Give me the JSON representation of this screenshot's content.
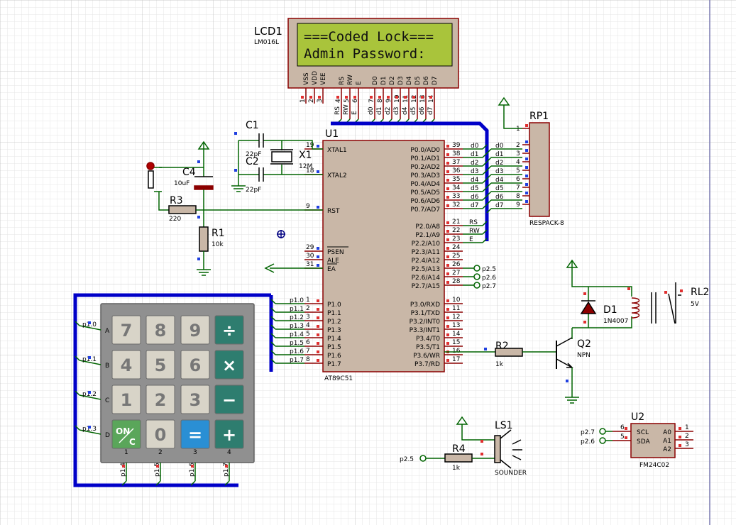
{
  "lcd": {
    "ref": "LCD1",
    "model": "LM016L",
    "line1": "===Coded Lock===",
    "line2": "Admin Password:",
    "pin_names": [
      "VSS",
      "VDD",
      "VEE",
      "RS",
      "RW",
      "E",
      "D0",
      "D1",
      "D2",
      "D3",
      "D4",
      "D5",
      "D6",
      "D7"
    ],
    "pin_numbers": [
      "1",
      "2",
      "3",
      "4",
      "5",
      "6",
      "7",
      "8",
      "9",
      "10",
      "11",
      "12",
      "13",
      "14"
    ],
    "pin_nets": [
      "RS",
      "RW",
      "E",
      "d0",
      "d1",
      "d2",
      "d3",
      "d4",
      "d5",
      "d6",
      "d7"
    ]
  },
  "mcu": {
    "ref": "U1",
    "model": "AT89C51",
    "left_pins": [
      {
        "num": "19",
        "name": "XTAL1"
      },
      {
        "num": "18",
        "name": "XTAL2"
      },
      {
        "num": "9",
        "name": "RST"
      },
      {
        "num": "29",
        "name": "PSEN"
      },
      {
        "num": "30",
        "name": "ALE"
      },
      {
        "num": "31",
        "name": "EA"
      },
      {
        "num": "1",
        "name": "P1.0"
      },
      {
        "num": "2",
        "name": "P1.1"
      },
      {
        "num": "3",
        "name": "P1.2"
      },
      {
        "num": "4",
        "name": "P1.3"
      },
      {
        "num": "5",
        "name": "P1.4"
      },
      {
        "num": "6",
        "name": "P1.5"
      },
      {
        "num": "7",
        "name": "P1.6"
      },
      {
        "num": "8",
        "name": "P1.7"
      }
    ],
    "right_pins": [
      {
        "num": "39",
        "name": "P0.0/AD0"
      },
      {
        "num": "38",
        "name": "P0.1/AD1"
      },
      {
        "num": "37",
        "name": "P0.2/AD2"
      },
      {
        "num": "36",
        "name": "P0.3/AD3"
      },
      {
        "num": "35",
        "name": "P0.4/AD4"
      },
      {
        "num": "34",
        "name": "P0.5/AD5"
      },
      {
        "num": "33",
        "name": "P0.6/AD6"
      },
      {
        "num": "32",
        "name": "P0.7/AD7"
      },
      {
        "num": "21",
        "name": "P2.0/A8"
      },
      {
        "num": "22",
        "name": "P2.1/A9"
      },
      {
        "num": "23",
        "name": "P2.2/A10"
      },
      {
        "num": "24",
        "name": "P2.3/A11"
      },
      {
        "num": "25",
        "name": "P2.4/A12"
      },
      {
        "num": "26",
        "name": "P2.5/A13"
      },
      {
        "num": "27",
        "name": "P2.6/A14"
      },
      {
        "num": "28",
        "name": "P2.7/A15"
      },
      {
        "num": "10",
        "name": "P3.0/RXD"
      },
      {
        "num": "11",
        "name": "P3.1/TXD"
      },
      {
        "num": "12",
        "name": "P3.2/INT0"
      },
      {
        "num": "13",
        "name": "P3.3/INT1"
      },
      {
        "num": "14",
        "name": "P3.4/T0"
      },
      {
        "num": "15",
        "name": "P3.5/T1"
      },
      {
        "num": "16",
        "name": "P3.6/WR"
      },
      {
        "num": "17",
        "name": "P3.7/RD"
      }
    ],
    "p0_nets": [
      "d0",
      "d1",
      "d2",
      "d3",
      "d4",
      "d5",
      "d6",
      "d7"
    ],
    "p2_nets": [
      "RS",
      "RW",
      "E"
    ],
    "p2_labels": [
      "p2.5",
      "p2.6",
      "p2.7"
    ],
    "p1_nets": [
      "p1.0",
      "p1.1",
      "p1.2",
      "p1.3",
      "p1.4",
      "p1.5",
      "p1.6",
      "p1.7"
    ]
  },
  "rp1": {
    "ref": "RP1",
    "model": "RESPACK-8",
    "pin_numbers": [
      "1",
      "2",
      "3",
      "4",
      "5",
      "6",
      "7",
      "8",
      "9"
    ],
    "nets": [
      "d0",
      "d1",
      "d2",
      "d3",
      "d4",
      "d5",
      "d6",
      "d7"
    ]
  },
  "crystal": {
    "c1_ref": "C1",
    "c1_val": "22pF",
    "c2_ref": "C2",
    "c2_val": "22pF",
    "x1_ref": "X1",
    "x1_val": "12M"
  },
  "reset": {
    "c4_ref": "C4",
    "c4_val": "10uF",
    "r3_ref": "R3",
    "r3_val": "220",
    "r1_ref": "R1",
    "r1_val": "10k"
  },
  "keypad": {
    "rows": [
      "A",
      "B",
      "C",
      "D"
    ],
    "cols": [
      "1",
      "2",
      "3",
      "4"
    ],
    "row_nets": [
      "p1.0",
      "p1.1",
      "p1.2",
      "p1.3"
    ],
    "col_nets": [
      "p1.4",
      "p1.5",
      "p1.6",
      "p1.7"
    ],
    "keys": [
      [
        "7",
        "8",
        "9",
        "÷"
      ],
      [
        "4",
        "5",
        "6",
        "×"
      ],
      [
        "1",
        "2",
        "3",
        "−"
      ],
      [
        "ON/C",
        "0",
        "=",
        "+"
      ]
    ],
    "on_top": "ON",
    "on_bottom": "C"
  },
  "relay": {
    "d1_ref": "D1",
    "d1_model": "1N4007",
    "rl_ref": "RL2",
    "rl_val": "5V",
    "q_ref": "Q2",
    "q_model": "NPN",
    "r2_ref": "R2",
    "r2_val": "1k",
    "pin_num": "16"
  },
  "sounder": {
    "ref": "LS1",
    "model": "SOUNDER",
    "r4_ref": "R4",
    "r4_val": "1k",
    "net": "p2.5"
  },
  "eeprom": {
    "ref": "U2",
    "model": "FM24C02",
    "pins": [
      {
        "num": "6",
        "name": "SCL",
        "net": "p2.7"
      },
      {
        "num": "5",
        "name": "SDA",
        "net": "p2.6"
      }
    ],
    "addr_pins": [
      {
        "num": "1",
        "name": "A0"
      },
      {
        "num": "2",
        "name": "A1"
      },
      {
        "num": "3",
        "name": "A2"
      }
    ]
  },
  "colors": {
    "wire": "#006400",
    "part": "#8b0000",
    "body": "#c9b7a7",
    "bus": "#0000c8",
    "lcd_screen": "#a9c43b",
    "pin_red": "#e03030",
    "pin_blue": "#2040e0"
  }
}
